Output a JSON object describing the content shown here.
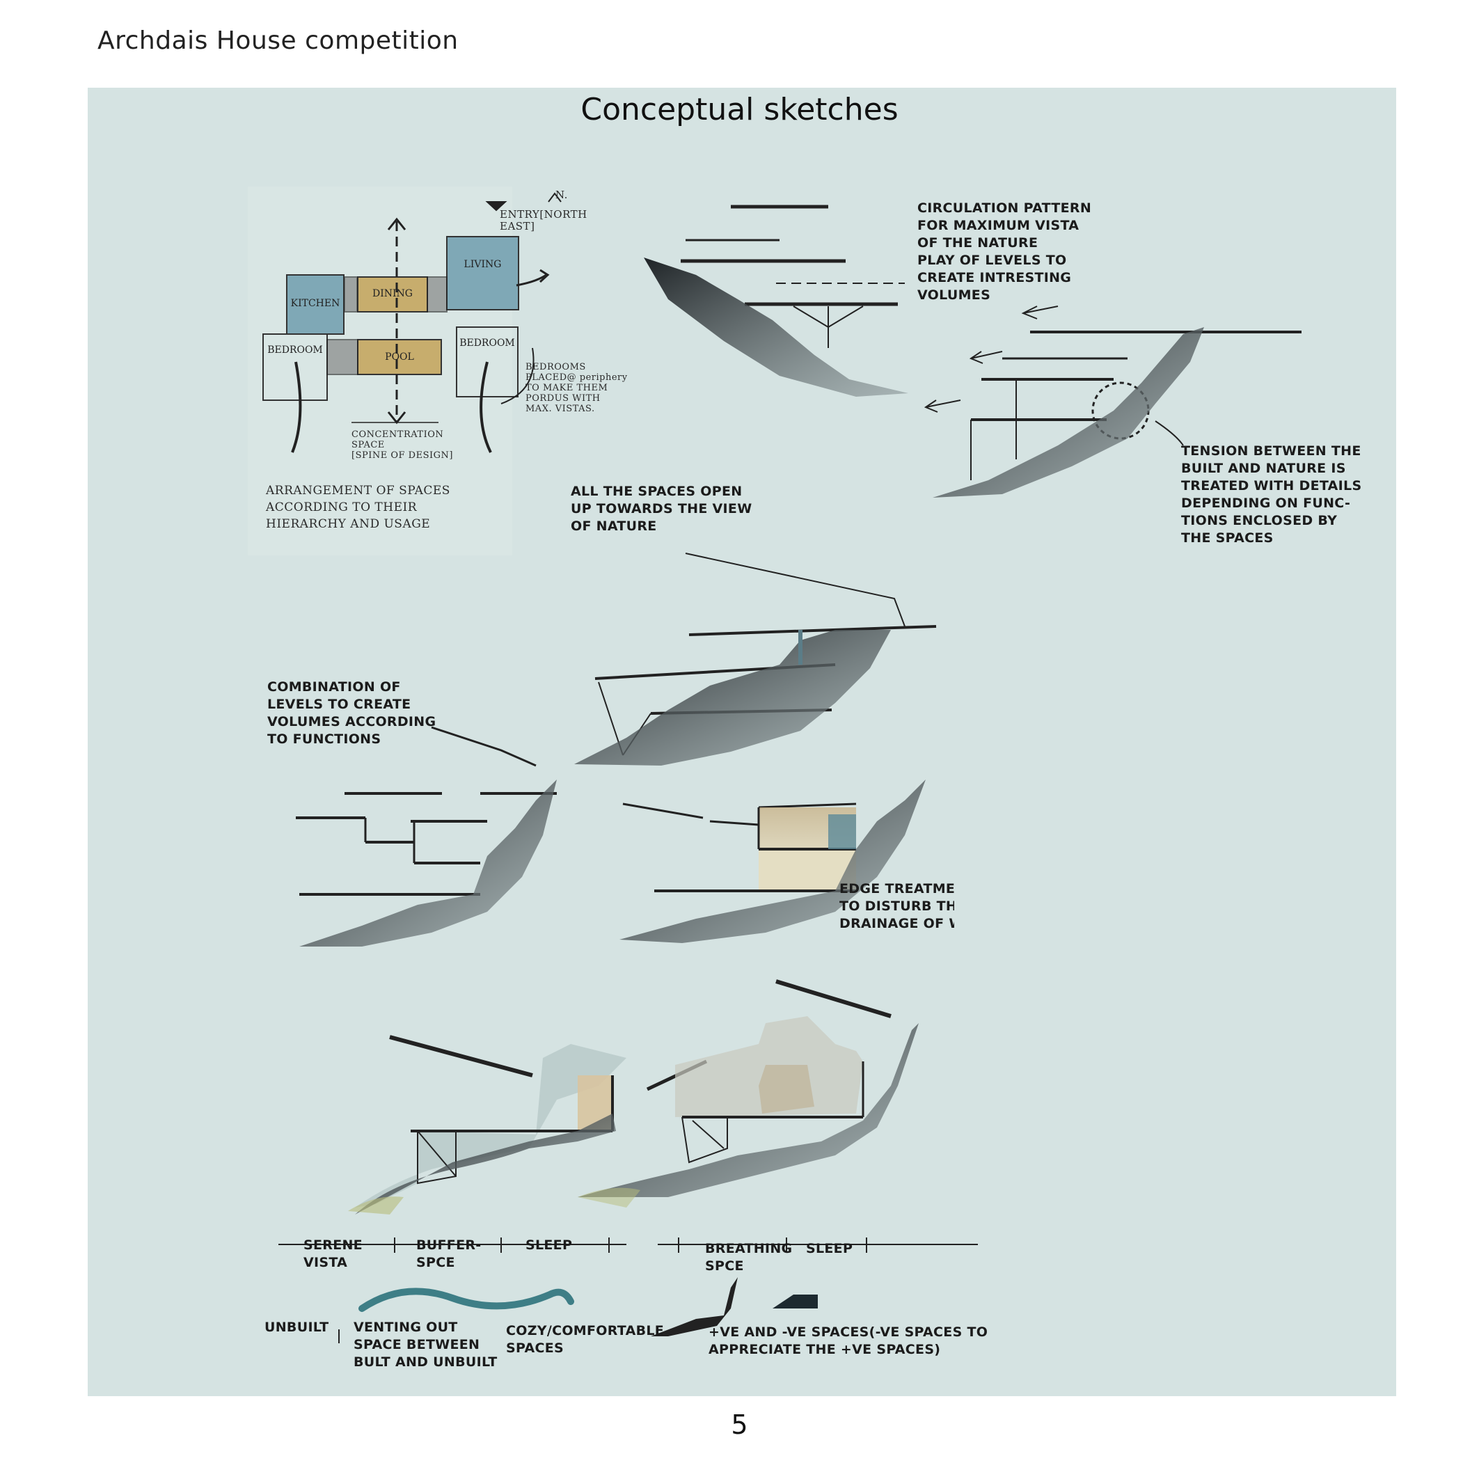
{
  "header": {
    "text": "Archdais House competition"
  },
  "panel": {
    "title": "Conceptual sketches",
    "background": "#d5e3e2"
  },
  "plan_sketch": {
    "north_label": "N.",
    "entry_label": "ENTRY[NORTH\n EAST]",
    "rooms": [
      "KITCHEN",
      "DINING",
      "LIVING",
      "BEDROOM",
      "POOL",
      "BEDROOM"
    ],
    "bedroom_note": "BEDROOMS\nPLACED@ periphery\nTO MAKE THEM\nPORDUS WITH\nMAX. VISTAS.",
    "concentration_note": "CONCENTRATION\nSPACE\n[SPINE OF DESIGN]",
    "caption": "ARRANGEMENT OF SPACES\nACCORDING TO THEIR\nHIERARCHY AND USAGE"
  },
  "notes": {
    "circulation": "CIRCULATION PATTERN\nFOR MAXIMUM VISTA\nOF THE NATURE\nPLAY OF LEVELS TO\nCREATE INTRESTING\nVOLUMES",
    "tension": "TENSION BETWEEN THE\nBUILT AND NATURE IS\nTREATED WITH DETAILS\nDEPENDING ON FUNC-\nTIONS ENCLOSED BY\nTHE SPACES",
    "open_up": "ALL THE SPACES OPEN\nUP TOWARDS THE VIEW\nOF NATURE",
    "combination": "COMBINATION OF\nLEVELS TO CREATE\nVOLUMES ACCORDING\nTO FUNCTIONS",
    "edge": "EDGE TREATMENT\nTO DISTURB THE\nDRAINAGE OF WA"
  },
  "zones_left": [
    "SERENE\nVISTA",
    "BUFFER-\nSPCE",
    "SLEEP"
  ],
  "zones_right": [
    "BREATHING\nSPCE",
    "SLEEP"
  ],
  "legend": {
    "unbuilt": "UNBUILT",
    "venting": "VENTING OUT\nSPACE BETWEEN\nBULT AND UNBUILT",
    "cozy": "COZY/COMFORTABLE\nSPACES",
    "ve": "+VE AND -VE SPACES(-VE SPACES TO\nAPPRECIATE THE +VE SPACES)"
  },
  "page_number": "5"
}
